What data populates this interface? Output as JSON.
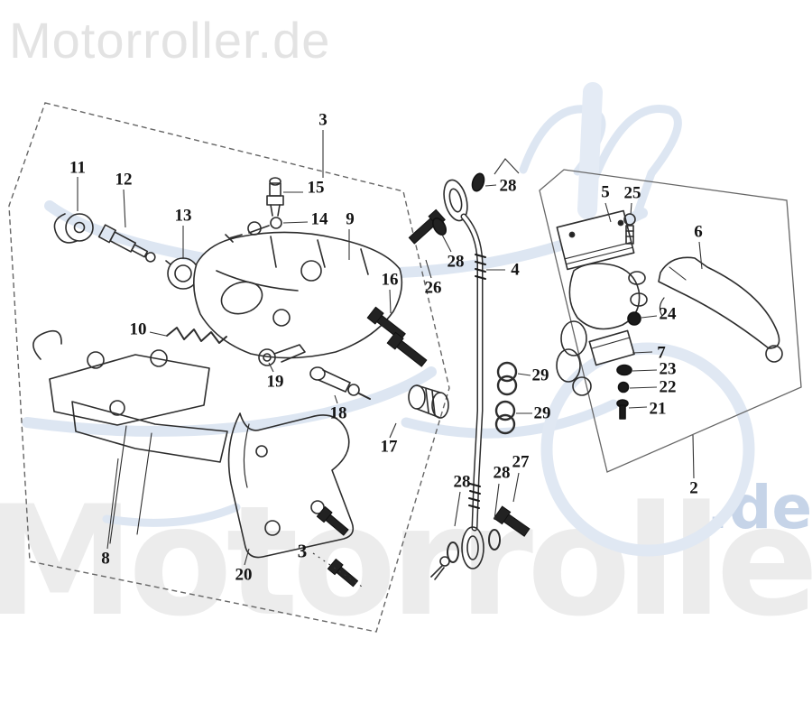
{
  "watermarks": {
    "top_left_text": "Motorroller.de",
    "bottom_text": "Motorroller",
    "bottom_suffix_text": ".de",
    "brand_blue": "#c6d4e8",
    "swirl_blue": "#dde6f2",
    "light_gray": "#ececec"
  },
  "diagram": {
    "description": "Exploded parts diagram: scooter disc brake system with brake caliper, brake pads, caliper bracket, brake hose and handlebar master cylinder with brake lever",
    "line_color": "#2d2d2d",
    "panel_color": "#666666",
    "callouts": [
      {
        "label": "11"
      },
      {
        "label": "12"
      },
      {
        "label": "13"
      },
      {
        "label": "3"
      },
      {
        "label": "15"
      },
      {
        "label": "14"
      },
      {
        "label": "9"
      },
      {
        "label": "16"
      },
      {
        "label": "26"
      },
      {
        "label": "28"
      },
      {
        "label": "28"
      },
      {
        "label": "4"
      },
      {
        "label": "5"
      },
      {
        "label": "25"
      },
      {
        "label": "6"
      },
      {
        "label": "24"
      },
      {
        "label": "7"
      },
      {
        "label": "23"
      },
      {
        "label": "22"
      },
      {
        "label": "21"
      },
      {
        "label": "2"
      },
      {
        "label": "29"
      },
      {
        "label": "29"
      },
      {
        "label": "28"
      },
      {
        "label": "28"
      },
      {
        "label": "27"
      },
      {
        "label": "10"
      },
      {
        "label": "19"
      },
      {
        "label": "18"
      },
      {
        "label": "17"
      },
      {
        "label": "8"
      },
      {
        "label": "20"
      },
      {
        "label": "3"
      }
    ]
  }
}
